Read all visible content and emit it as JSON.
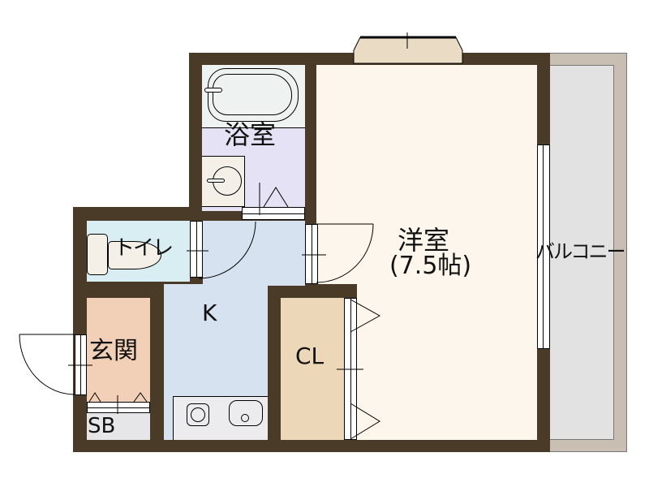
{
  "floor_plan": {
    "rooms": {
      "bathroom": {
        "label": "浴室",
        "color": "#e4e2f4"
      },
      "toilet": {
        "label": "トイレ",
        "color": "#d8eef2"
      },
      "entrance": {
        "label": "玄関",
        "color": "#f2d0b8"
      },
      "shoe_box": {
        "label": "SB",
        "color": "#e6e6e8"
      },
      "kitchen": {
        "label": "K",
        "color": "#d6e2f0"
      },
      "closet": {
        "label": "CL",
        "color": "#ecd8b8"
      },
      "western_room": {
        "label": "洋室",
        "size": "(7.5帖)",
        "color": "#fdf6ec"
      },
      "balcony": {
        "label": "バルコニー",
        "color": "#e2e2e2"
      }
    },
    "colors": {
      "wall": "#4a3a28",
      "balcony_rail": "#c8beb2",
      "bay_window": "#eadcc4"
    }
  }
}
